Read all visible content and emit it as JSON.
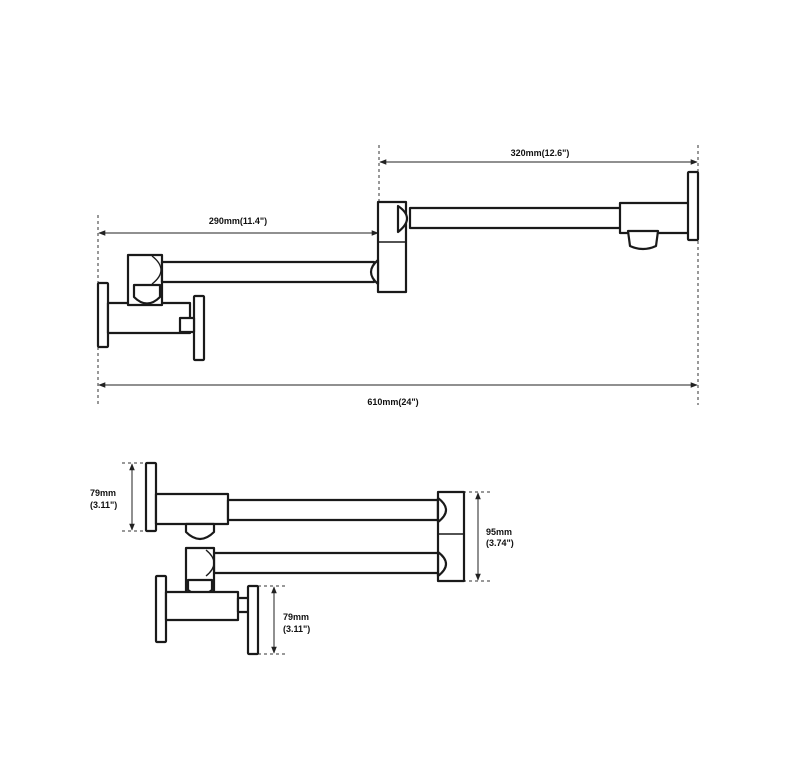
{
  "dimensions": {
    "top_span_right": "320mm(12.6\")",
    "top_span_left": "290mm(11.4\")",
    "overall_width": "610mm(24\")",
    "folded_left_handle_mm": "79mm",
    "folded_left_handle_in": "(3.11\")",
    "folded_joint_mm": "95mm",
    "folded_joint_in": "(3.74\")",
    "folded_inlet_mm": "79mm",
    "folded_inlet_in": "(3.11\")"
  },
  "colors": {
    "line": "#1a1a1a",
    "background": "#ffffff"
  }
}
